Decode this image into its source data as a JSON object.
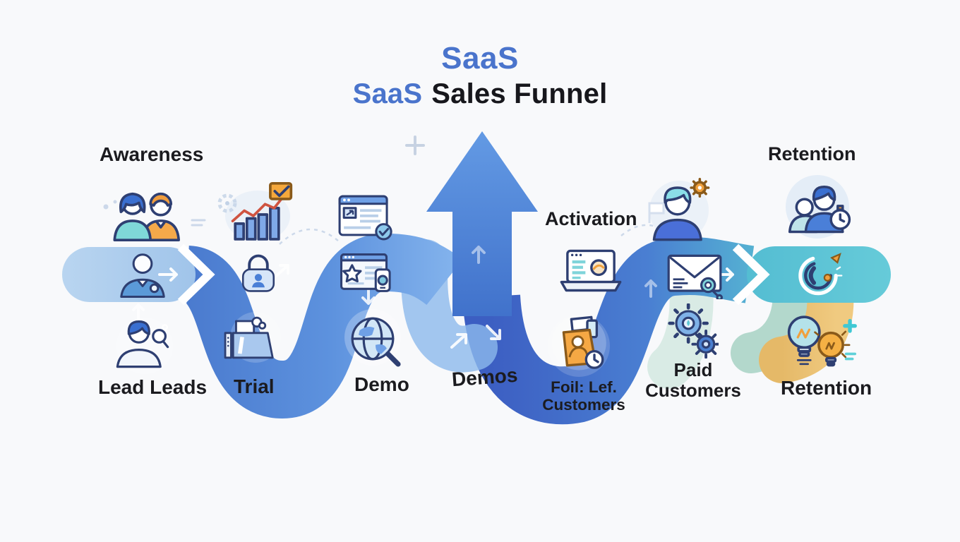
{
  "title": {
    "line1": "SaaS",
    "line2_accent": "SaaS",
    "line2_rest": "Sales Funnel"
  },
  "stage_labels": {
    "awareness": "Awareness",
    "activation": "Activation",
    "retention_top": "Retention",
    "lead": "Lead Leads",
    "trial": "Trial",
    "demo": "Demo",
    "demos": "Demos",
    "failed_line1": "Foil: Lef.",
    "failed_line2": "Customers",
    "paid_line1": "Paid",
    "paid_line2": "Customers",
    "retention_bottom": "Retention"
  },
  "icons": {
    "awareness_people": "two-people",
    "growth_chart": "bar-chart-with-trend-and-mail",
    "prospect_person": "person",
    "lead_person": "person-with-magnifier",
    "trial_lock": "padlock-with-user",
    "trial_folder": "folder-with-documents",
    "demo_browser_check": "browser-window-with-checkmark",
    "demo_browser_star": "browser-window-with-star-and-mobile",
    "demo_globe": "globe-with-magnifier",
    "big_arrow": "up-arrow",
    "activation_person": "person-with-gear",
    "activation_laptop": "laptop-with-browser",
    "activation_envelope": "envelope-with-seal",
    "paid_gears": "double-gears",
    "failed_bag": "shopping-bag-with-clock",
    "retention_people": "people-with-stopwatch",
    "retention_loop": "circular-arrows-with-phone",
    "retention_bulbs": "two-lightbulbs"
  },
  "colors": {
    "background": "#f8f9fb",
    "title_accent": "#4a74cc",
    "text": "#1b1b1f",
    "ribbon_light": "#aecdee",
    "ribbon_medium": "#4f86d6",
    "ribbon_dark": "#3c5ec2",
    "ribbon_teal": "#5ec5d6",
    "ribbon_orange": "#ecbf74",
    "arrow_blue": "#4c80d6"
  }
}
